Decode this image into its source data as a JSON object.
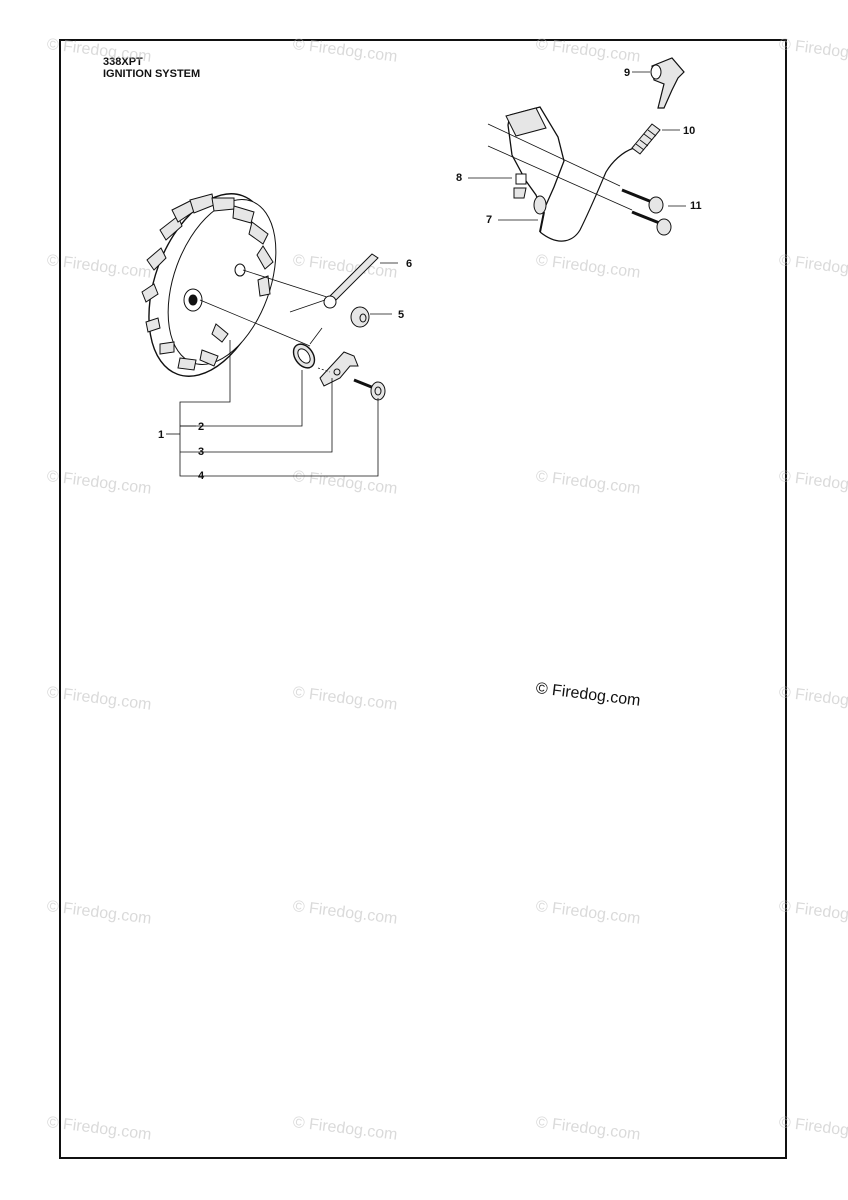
{
  "header": {
    "model": "338XPT",
    "section": "IGNITION SYSTEM"
  },
  "watermark": {
    "text": "© Firedog.com",
    "copyright": "© Firedog.com"
  },
  "callouts": {
    "c1": "1",
    "c2": "2",
    "c3": "3",
    "c4": "4",
    "c5": "5",
    "c6": "6",
    "c7": "7",
    "c8": "8",
    "c9": "9",
    "c10": "10",
    "c11": "11"
  },
  "colors": {
    "line": "#111111",
    "watermark": "#bdbdbd",
    "part_fill": "#e6e6e6"
  }
}
